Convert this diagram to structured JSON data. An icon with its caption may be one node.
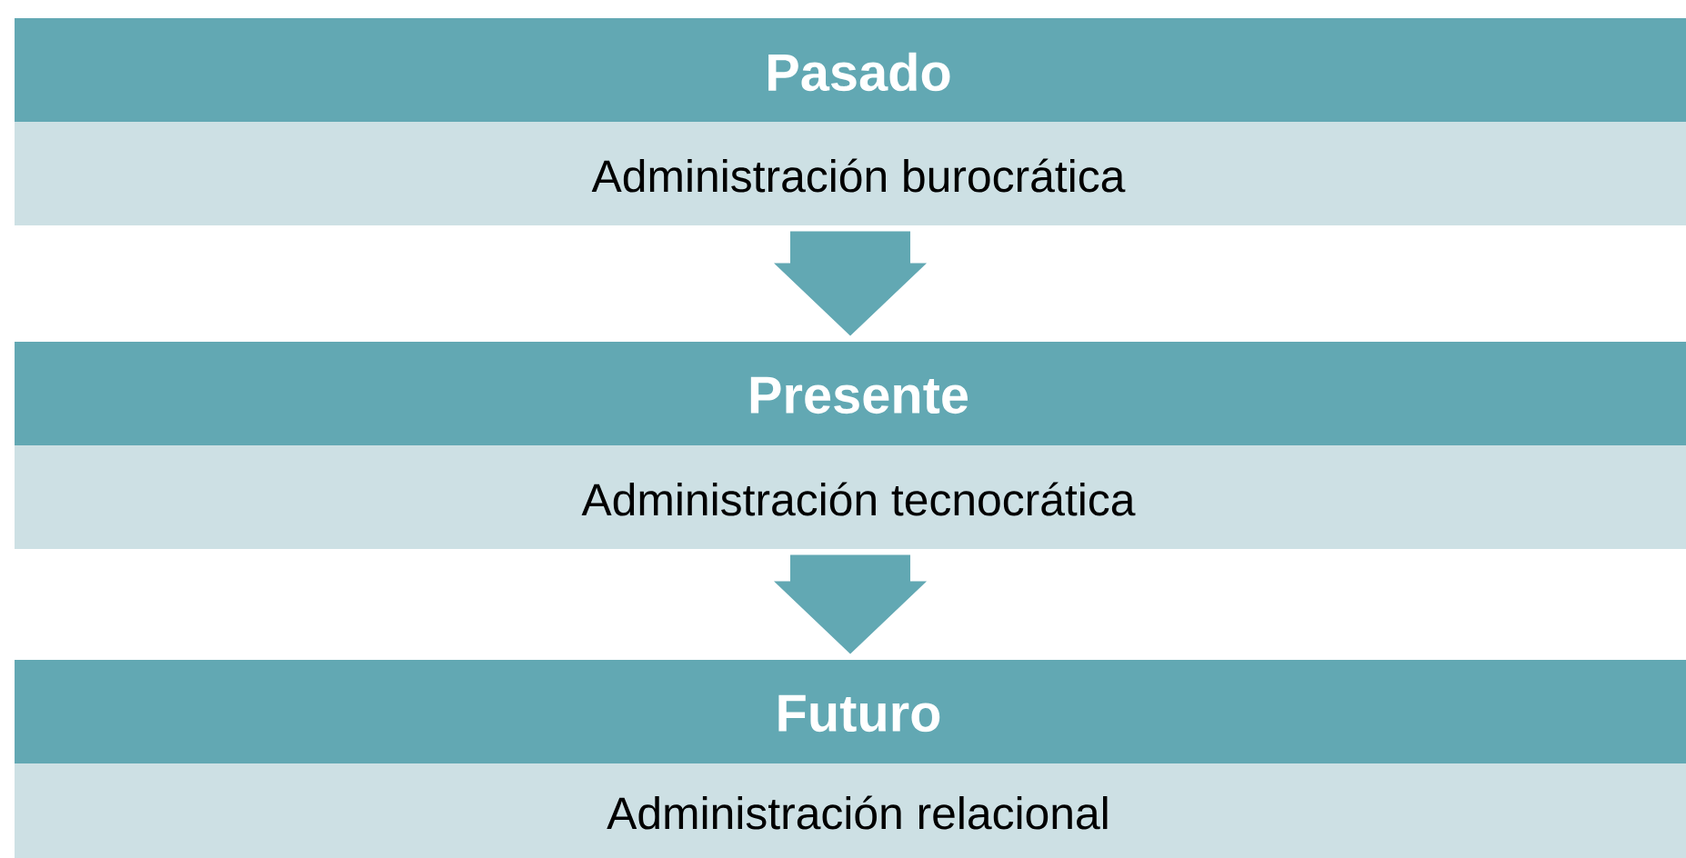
{
  "diagram": {
    "nodes": [
      {
        "text": [
          "Pasado",
          "Administración burocrática"
        ]
      },
      {
        "text": [
          "Presente",
          "Administración tecnocrática"
        ]
      },
      {
        "text": [
          "Futuro",
          "Administración relacional"
        ]
      }
    ],
    "edges": [
      {
        "from": 0,
        "to": 1,
        "arrow": "to"
      },
      {
        "from": 1,
        "to": 2,
        "arrow": "to"
      }
    ]
  }
}
